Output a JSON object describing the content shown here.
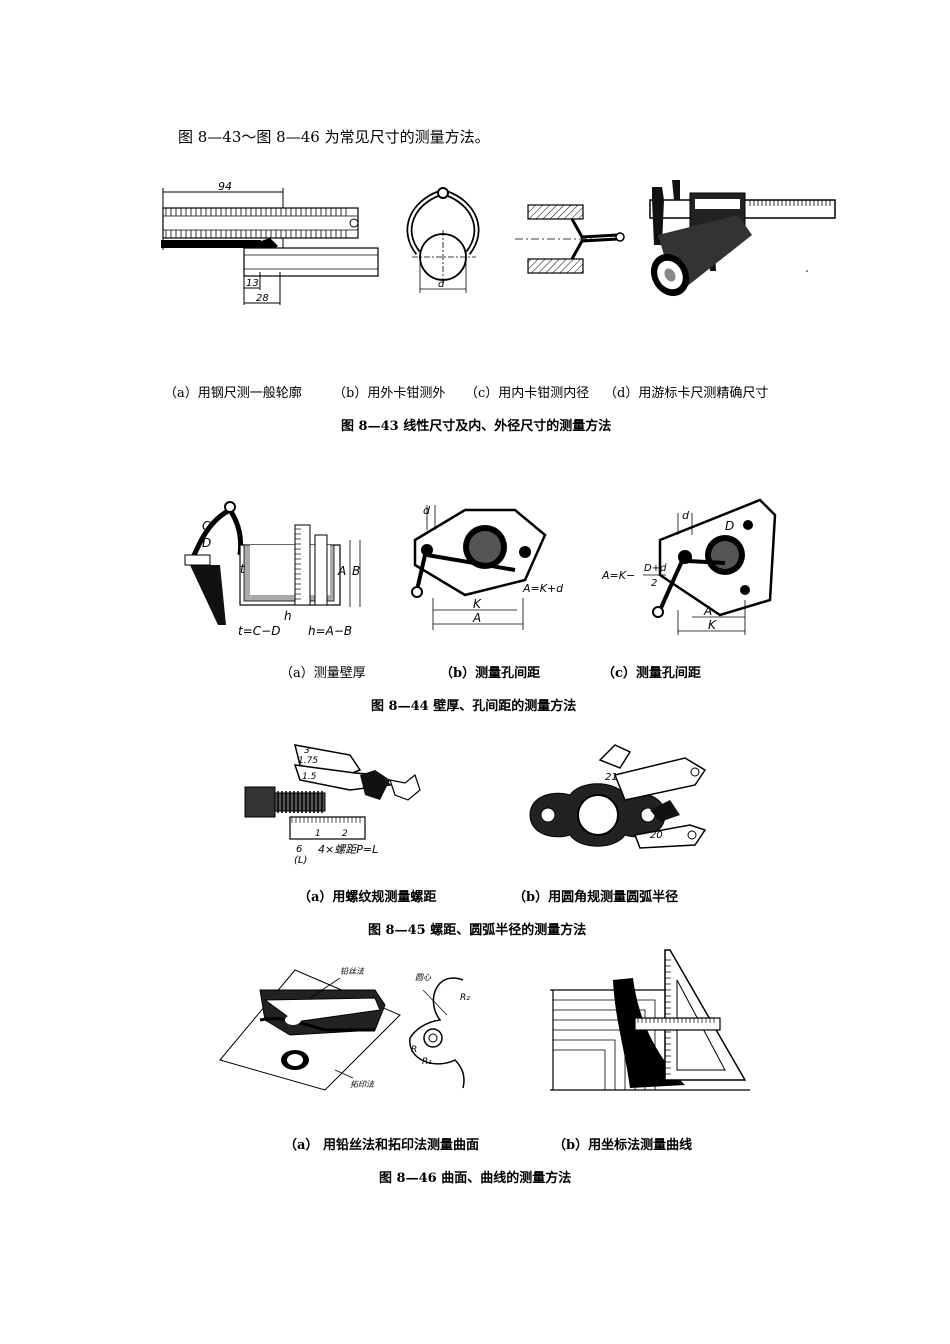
{
  "intro": "图 8—43～图 8—46 为常见尺寸的测量方法。",
  "fig43": {
    "subs": [
      "（a）用钢尺测一般轮廓",
      "（b）用外卡钳测外",
      "（c）用内卡钳测内径",
      "（d）用游标卡尺测精确尺寸"
    ],
    "caption": "图 8—43  线性尺寸及内、外径尺寸的测量方法",
    "labels": {
      "a94": "94",
      "a13": "13",
      "a28": "28",
      "bd": "d"
    }
  },
  "fig44": {
    "subs": [
      "（a）测量壁厚",
      "（b）测量孔间距",
      "（c）测量孔间距"
    ],
    "caption": "图 8—44  壁厚、孔间距的测量方法",
    "labels": {
      "aC": "C",
      "aD": "D",
      "aA": "A",
      "aB": "B",
      "ah": "h",
      "at": "t",
      "aForm1": "t=C−D",
      "aForm2": "h=A−B",
      "bd": "d",
      "bK": "K",
      "bA": "A",
      "bForm": "A=K+d",
      "cd": "d",
      "cD": "D",
      "cA": "A",
      "cK": "K",
      "cForm1": "A=K−",
      "cForm2num": "D+d",
      "cForm2den": "2"
    }
  },
  "fig45": {
    "subs": [
      "（a）用螺纹规测量螺距",
      "（b）用圆角规测量圆弧半径"
    ],
    "caption": "图 8—45  螺距、圆弧半径的测量方法",
    "labels": {
      "a175": "1.75",
      "a15": "1.5",
      "a3": "3",
      "a1": "1",
      "a2": "2",
      "a6": "6",
      "aL": "(L)",
      "aForm": "4×螺距P=L",
      "b21": "21",
      "b20": "20"
    }
  },
  "fig46": {
    "subs": [
      "（a） 用铅丝法和拓印法测量曲面",
      "（b）用坐标法测量曲线"
    ],
    "caption": "图 8—46  曲面、曲线的测量方法",
    "labels": {
      "qsf": "铅丝法",
      "tyf": "拓印法",
      "yx": "圆心",
      "R1": "R",
      "R2": "R₂",
      "R3": "R₁"
    }
  }
}
